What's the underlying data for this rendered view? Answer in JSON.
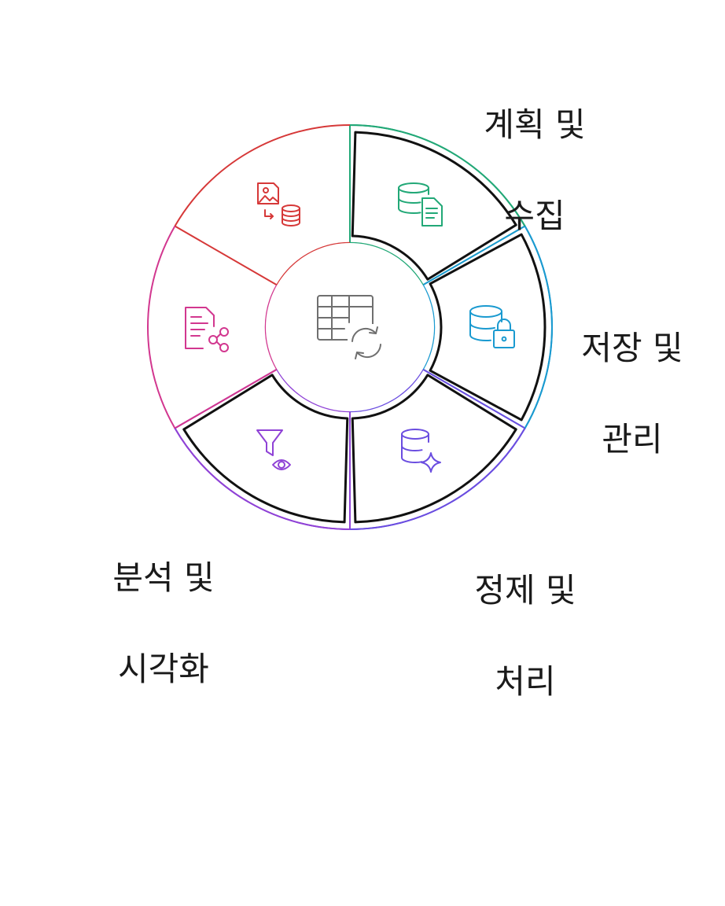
{
  "diagram": {
    "stages": [
      {
        "line1": "계획 및",
        "line2": "수집",
        "color": "#22a877",
        "highlighted": true,
        "icon": "database-document-icon"
      },
      {
        "line1": "저장 및",
        "line2": "관리",
        "color": "#1a9ad0",
        "highlighted": true,
        "icon": "database-lock-icon"
      },
      {
        "line1": "정제 및",
        "line2": "처리",
        "color": "#6a4de0",
        "highlighted": true,
        "icon": "database-sparkle-icon"
      },
      {
        "line1": "분석 및",
        "line2": "시각화",
        "color": "#8f42d6",
        "highlighted": true,
        "icon": "filter-eye-icon"
      },
      {
        "line1": "",
        "line2": "",
        "color": "#d2378f",
        "highlighted": false,
        "icon": "document-share-icon"
      },
      {
        "line1": "",
        "line2": "",
        "color": "#d63838",
        "highlighted": false,
        "icon": "image-to-database-icon"
      }
    ],
    "center_icon": "table-sync-icon",
    "center_color": "#6f6f6f"
  }
}
